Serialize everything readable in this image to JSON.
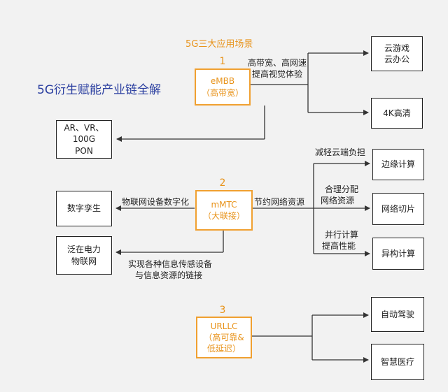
{
  "title": "5G衍生赋能产业链全解",
  "subtitle": "5G三大应用场景",
  "scenarios": [
    {
      "number": "1",
      "name": "eMBB",
      "desc": "（高带宽）",
      "edge_labels": {
        "right_line1": "高带宽、高网速",
        "right_line2": "提高视觉体验"
      },
      "targets": [
        {
          "line1": "云游戏",
          "line2": "云办公"
        },
        {
          "line1": "4K高清"
        },
        {
          "line1": "AR、VR、",
          "line2": "100G",
          "line3": "PON"
        }
      ]
    },
    {
      "number": "2",
      "name": "mMTC",
      "desc": "（大联接）",
      "edge_labels": {
        "left_top": "物联网设备数字化",
        "left_bottom_line1": "实现各种信息传感设备",
        "left_bottom_line2": "与信息资源的链接",
        "right": "节约网络资源",
        "branch1": "减轻云端负担",
        "branch2_line1": "合理分配",
        "branch2_line2": "网络资源",
        "branch3_line1": "并行计算",
        "branch3_line2": "提高性能"
      },
      "targets": [
        {
          "line1": "数字孪生"
        },
        {
          "line1": "泛在电力",
          "line2": "物联网"
        },
        {
          "line1": "边缘计算"
        },
        {
          "line1": "网络切片"
        },
        {
          "line1": "异构计算"
        }
      ]
    },
    {
      "number": "3",
      "name": "URLLC",
      "desc_line1": "（高可靠&",
      "desc_line2": "低延迟）",
      "targets": [
        {
          "line1": "自动驾驶"
        },
        {
          "line1": "智慧医疗"
        }
      ]
    }
  ],
  "colors": {
    "accent": "#e8931a",
    "title": "#2b3fa0",
    "background": "#f2f2f2"
  }
}
